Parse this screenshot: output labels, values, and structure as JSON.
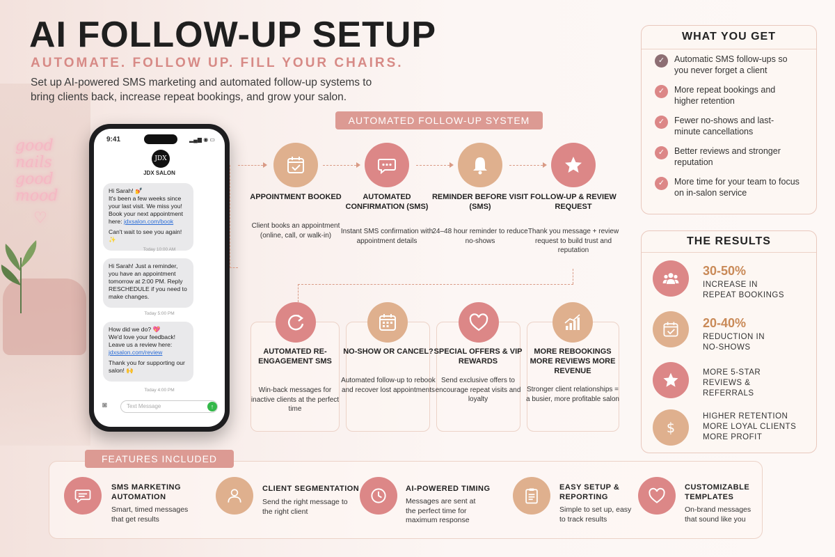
{
  "header": {
    "title": "AI FOLLOW-UP SETUP",
    "tagline": "AUTOMATE. FOLLOW UP. FILL YOUR CHAIRS.",
    "intro": "Set up AI-powered SMS marketing and automated follow-up systems to bring clients back, increase repeat bookings, and grow your salon."
  },
  "backdrop": {
    "neon_lines": [
      "good",
      "nails",
      "good",
      "mood"
    ]
  },
  "phone": {
    "time": "9:41",
    "logo": "JDX",
    "salon_name": "JDX SALON",
    "messages": [
      {
        "lines": [
          "Hi Sarah! 💅",
          "It's been a few weeks since your last visit. We miss you! Book your next appointment here: "
        ],
        "link": "jdxsalon.com/book",
        "extra": "Can't wait to see you again! ✨",
        "time": "Today 10:00 AM"
      },
      {
        "lines": [
          "Hi Sarah! Just a reminder, you have an appointment tomorrow at 2:00 PM. Reply RESCHEDULE if you need to make changes."
        ],
        "link": "",
        "extra": "",
        "time": "Today 5:00 PM"
      },
      {
        "lines": [
          "How did we do? 💖",
          "We'd love your feedback! Leave us a review here:"
        ],
        "link": "jdxsalon.com/review",
        "extra": "Thank you for supporting our salon! 🙌",
        "time": "Today 4:00 PM"
      }
    ],
    "input_placeholder": "Text Message"
  },
  "system": {
    "label": "AUTOMATED FOLLOW-UP SYSTEM",
    "steps": [
      {
        "title": "APPOINTMENT BOOKED",
        "desc": "Client books an appointment (online, call, or walk-in)",
        "icon": "calendar-check-icon"
      },
      {
        "title": "AUTOMATED CONFIRMATION (SMS)",
        "desc": "Instant SMS confirmation with appointment details",
        "icon": "chat-bubble-icon"
      },
      {
        "title": "REMINDER BEFORE VISIT (SMS)",
        "desc": "24–48 hour reminder to reduce no-shows",
        "icon": "bell-icon"
      },
      {
        "title": "FOLLOW-UP & REVIEW REQUEST",
        "desc": "Thank you message + review request to build trust and reputation",
        "icon": "star-icon"
      },
      {
        "title": "AUTOMATED RE-ENGAGEMENT SMS",
        "desc": "Win-back messages for inactive clients at the perfect time",
        "icon": "refresh-icon"
      },
      {
        "title": "NO-SHOW OR CANCEL?",
        "desc": "Automated follow-up to rebook and recover lost appointments",
        "icon": "calendar-icon"
      },
      {
        "title": "SPECIAL OFFERS & VIP REWARDS",
        "desc": "Send exclusive offers to encourage repeat visits and loyalty",
        "icon": "heart-icon"
      },
      {
        "title": "MORE REBOOKINGS MORE REVIEWS MORE REVENUE",
        "desc": "Stronger client relationships = a busier, more profitable salon",
        "icon": "growth-chart-icon"
      }
    ]
  },
  "what_you_get": {
    "title": "WHAT YOU GET",
    "items": [
      "Automatic SMS follow-ups so you never forget a client",
      "More repeat bookings and higher retention",
      "Fewer no-shows and last-minute cancellations",
      "Better reviews and stronger reputation",
      "More time for your team to focus on in-salon service"
    ]
  },
  "results": {
    "title": "THE RESULTS",
    "items": [
      {
        "value": "30-50%",
        "text": "INCREASE IN REPEAT BOOKINGS",
        "icon": "people-icon"
      },
      {
        "value": "20-40%",
        "text": "REDUCTION IN NO-SHOWS",
        "icon": "calendar-check-icon"
      },
      {
        "value": "",
        "text": "MORE 5-STAR REVIEWS & REFERRALS",
        "icon": "star-icon"
      },
      {
        "value": "",
        "text": "HIGHER RETENTION MORE LOYAL CLIENTS MORE PROFIT",
        "icon": "dollar-icon"
      }
    ]
  },
  "features": {
    "title": "FEATURES INCLUDED",
    "items": [
      {
        "title": "SMS MARKETING AUTOMATION",
        "desc": "Smart, timed messages that get results",
        "icon": "message-icon"
      },
      {
        "title": "CLIENT SEGMENTATION",
        "desc": "Send the right message to the right client",
        "icon": "person-icon"
      },
      {
        "title": "AI-POWERED TIMING",
        "desc": "Messages are sent at the perfect time for maximum response",
        "icon": "clock-icon"
      },
      {
        "title": "EASY SETUP & REPORTING",
        "desc": "Simple to set up, easy to track results",
        "icon": "clipboard-icon"
      },
      {
        "title": "CUSTOMIZABLE TEMPLATES",
        "desc": "On-brand messages that sound like you",
        "icon": "heart-icon"
      }
    ]
  },
  "colors": {
    "rose": "#dc8787",
    "tan": "#dfb08e",
    "pill": "#dc9a93",
    "accent_text": "#d78a86"
  }
}
